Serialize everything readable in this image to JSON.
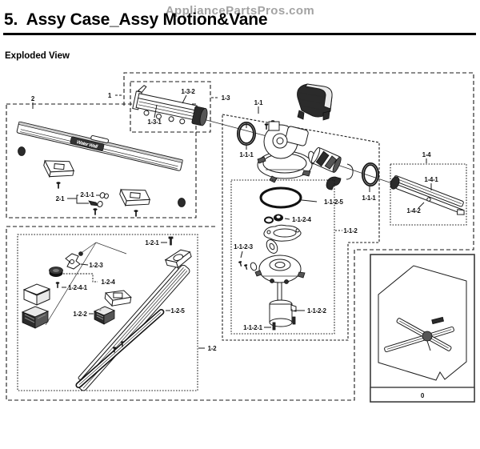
{
  "page": {
    "watermark": "AppliancePartsPros.com",
    "title": "5.  Assy Case_Assy Motion&Vane",
    "section_heading": "Exploded View"
  },
  "diagram": {
    "part_marking": "Water Wall",
    "thumbnail_zone": "0",
    "labels": {
      "n1": "1",
      "n2": "2",
      "n2_1": "2-1",
      "n2_1_1": "2-1-1",
      "n1_1": "1-1",
      "n1_2": "1-2",
      "n1_3": "1-3",
      "n1_4": "1-4",
      "n1_1_1": "1-1-1",
      "n1_1_2": "1-1-2",
      "n1_3_1": "1-3-1",
      "n1_3_2": "1-3-2",
      "n1_4_1": "1-4-1",
      "n1_4_2": "1-4-2",
      "n1_1_2_1": "1-1-2-1",
      "n1_1_2_2": "1-1-2-2",
      "n1_1_2_3": "1-1-2-3",
      "n1_1_2_4": "1-1-2-4",
      "n1_1_2_5": "1-1-2-5",
      "n1_2_1": "1-2-1",
      "n1_2_2": "1-2-2",
      "n1_2_3": "1-2-3",
      "n1_2_4": "1-2-4",
      "n1_2_4_1": "1-2-4-1",
      "n1_2_5": "1-2-5"
    },
    "colors": {
      "line": "#1a1a1a",
      "dark_fill": "#2b2b2b",
      "watermark_gray": "#a3a3a3"
    }
  }
}
